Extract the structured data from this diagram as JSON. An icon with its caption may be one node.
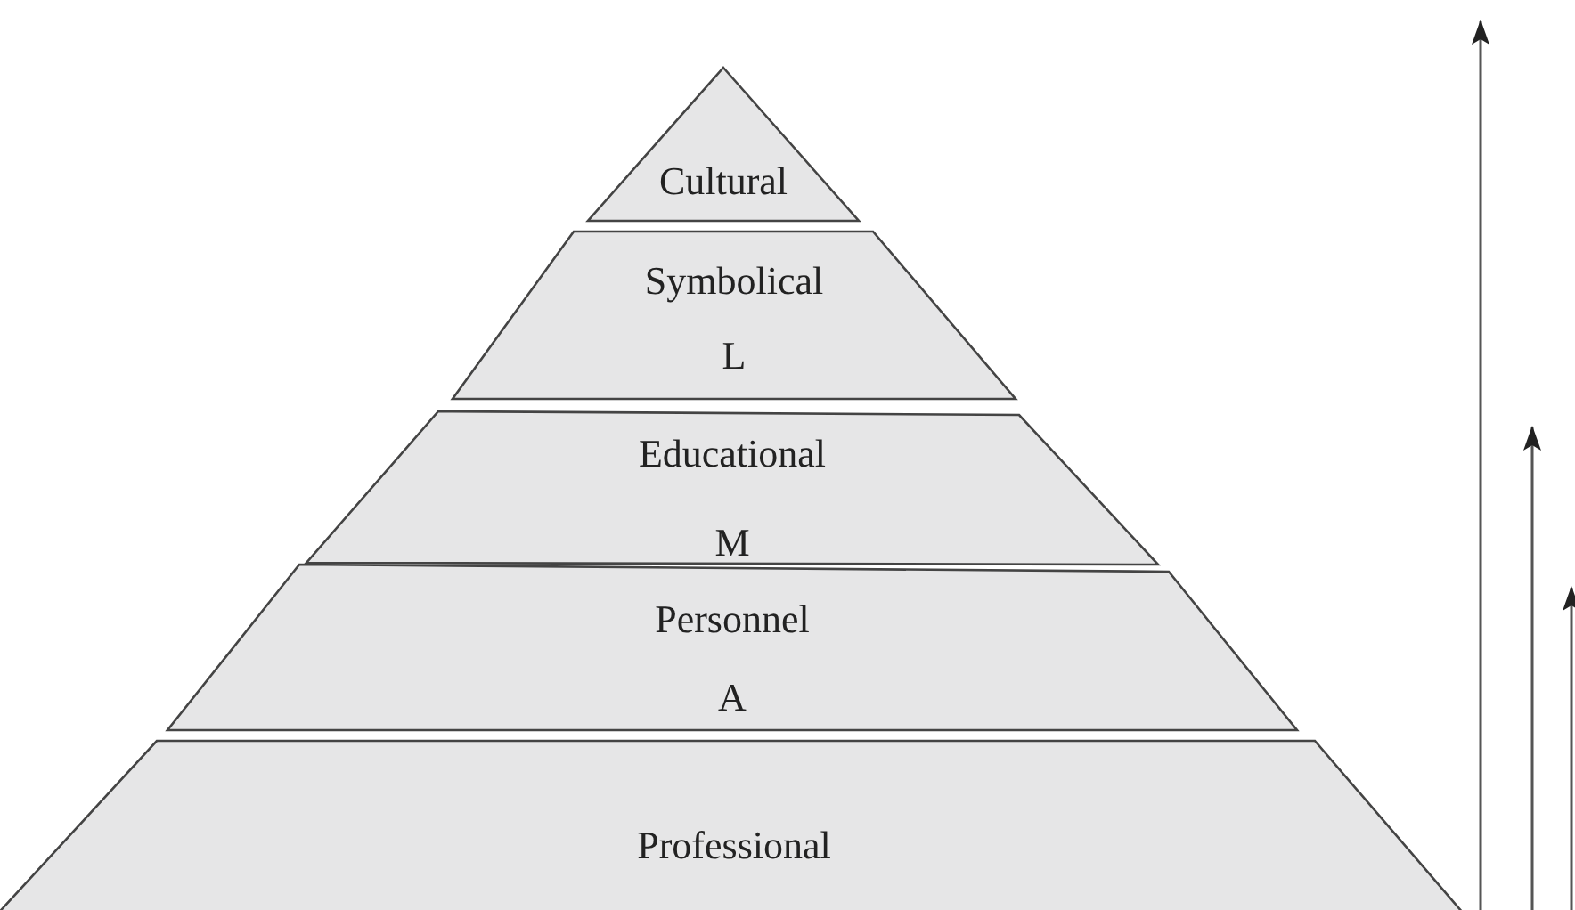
{
  "diagram": {
    "nodes": [
      {
        "text": [
          "Cultural"
        ]
      },
      {
        "text": [
          "Symbolical",
          "L"
        ]
      },
      {
        "text": [
          "Educational",
          "M"
        ]
      },
      {
        "text": [
          "Personnel",
          "A"
        ]
      },
      {
        "text": [
          "Professional"
        ]
      }
    ]
  }
}
